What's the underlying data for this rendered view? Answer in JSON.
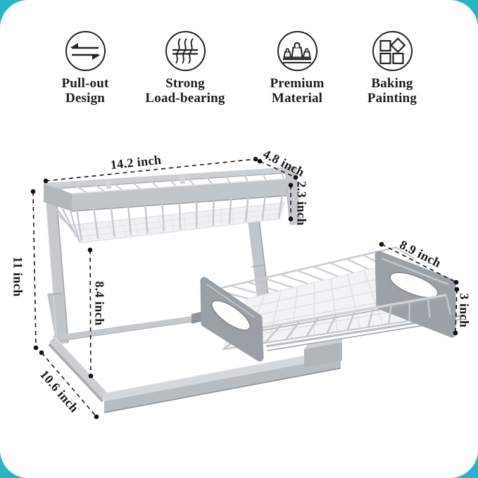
{
  "theme": {
    "corner_accent": "#2bb5c4",
    "line_ink": "#1b1b1b",
    "metal_light": "#cdd1d4",
    "metal_mid": "#c1c6ca",
    "metal_dark": "#9aa0a5",
    "panel_gray": "#9ba1a7",
    "mesh_white": "#f1f3f4"
  },
  "features": [
    {
      "icon": "pull-out-arrows-icon",
      "line1": "Pull-out",
      "line2": "Design"
    },
    {
      "icon": "load-bearing-waves-icon",
      "line1": "Strong",
      "line2": "Load-bearing"
    },
    {
      "icon": "weights-platform-icon",
      "line1": "Premium",
      "line2": "Material"
    },
    {
      "icon": "squares-diamond-icon",
      "line1": "Baking",
      "line2": "Painting"
    }
  ],
  "dimensions": {
    "top_length": "14.2 inch",
    "top_depth": "4.8 inch",
    "top_height": "2.3 inch",
    "total_height": "11 inch",
    "under_clearance": "8.4 inch",
    "base_depth": "10.6 inch",
    "drawer_depth": "8.9 inch",
    "drawer_height": "3 inch"
  }
}
